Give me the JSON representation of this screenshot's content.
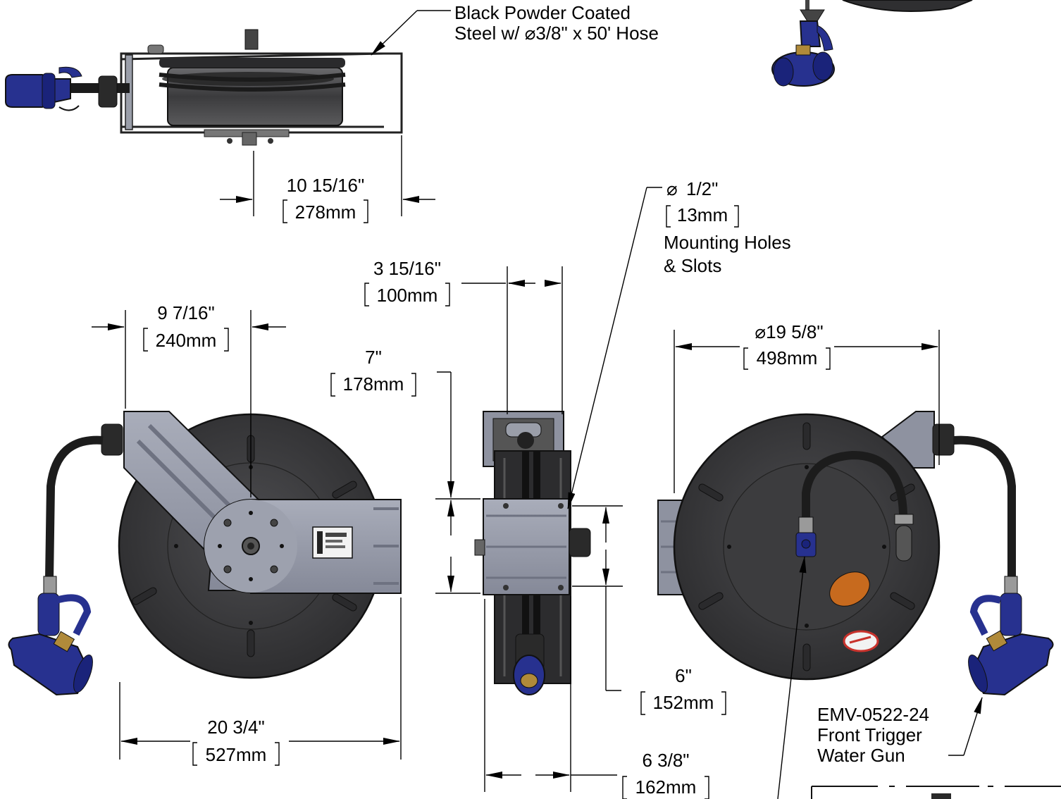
{
  "callouts": {
    "finish_line1": "Black Powder Coated",
    "finish_line2": "Steel w/ ",
    "finish_line2_tail": "3/8\" x 50' Hose",
    "hole_dia": "1/2\"",
    "hole_mm": "13mm",
    "hole_line1": "Mounting Holes",
    "hole_line2": "& Slots",
    "gun_line1": "EMV-0522-24",
    "gun_line2": "Front Trigger",
    "gun_line3": "Water Gun"
  },
  "dimensions": {
    "top_depth_in": "10 15/16\"",
    "top_depth_mm": "278mm",
    "arm_offset_in": "9 7/16\"",
    "arm_offset_mm": "240mm",
    "width_in": "20 3/4\"",
    "width_mm": "527mm",
    "bracket_width_in": "3 15/16\"",
    "bracket_width_mm": "100mm",
    "bracket_height_in": "7\"",
    "bracket_height_mm": "178mm",
    "hole_spacing_in": "6\"",
    "hole_spacing_mm": "152mm",
    "side_depth_in": "6 3/8\"",
    "side_depth_mm": "162mm",
    "diameter_in": "19 5/8\"",
    "diameter_mm": "498mm"
  },
  "symbols": {
    "diameter": "⌀"
  },
  "colors": {
    "reel_dark": "#3a3a3c",
    "reel_face": "#444446",
    "bracket_gray": "#8e92a0",
    "bracket_light": "#a3a7b4",
    "hose_black": "#1c1c1c",
    "gun_blue": "#27318f",
    "brass": "#b08a3a",
    "label_orange": "#c76a1e",
    "label_red": "#c8322c"
  }
}
